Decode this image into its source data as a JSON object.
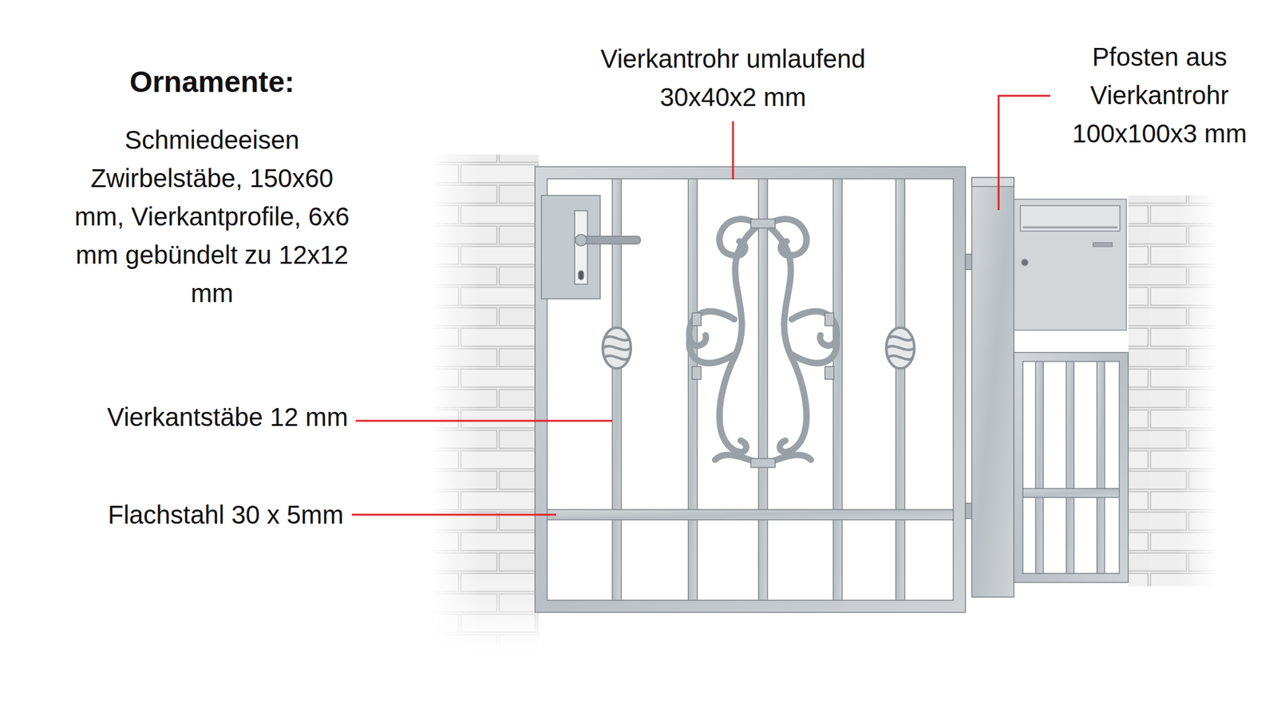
{
  "diagram": {
    "title": "Ornamente:",
    "labels": [
      "Schmiedeeisen Zwirbelstäbe, 150x60 mm, Vierkantprofile, 6x6 mm gebündelt zu 12x12 mm",
      "Vierkantrohr umlaufend 30x40x2 mm",
      "Pfosten aus Vierkantrohr 100x100x3 mm",
      "Vierkantstäbe 12 mm",
      "Flachstahl 30 x 5mm"
    ]
  }
}
